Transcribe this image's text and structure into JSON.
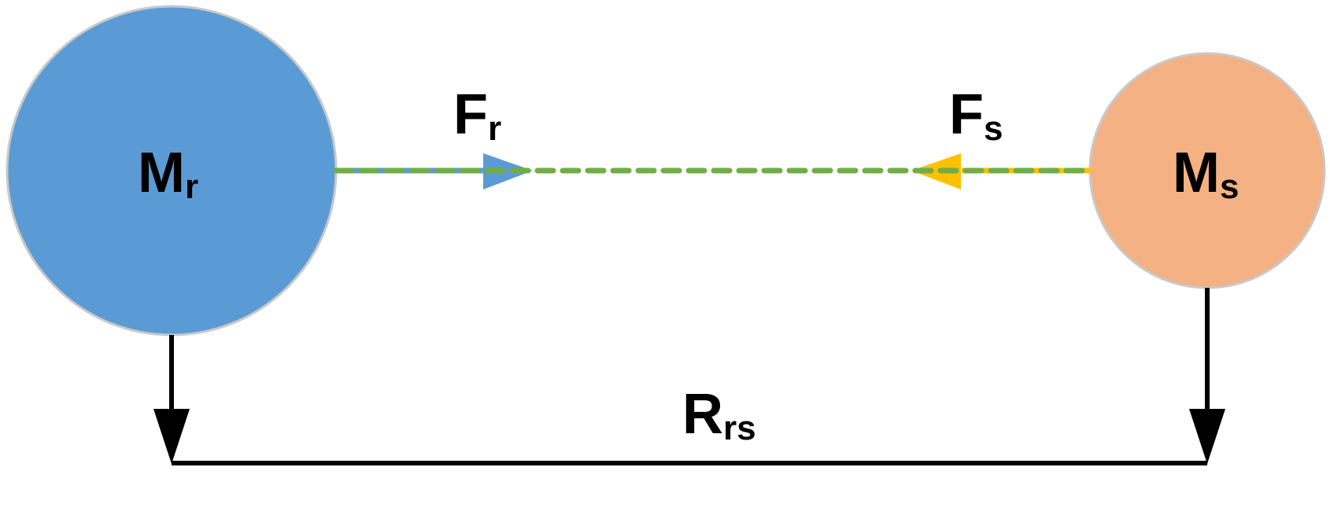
{
  "labels": {
    "mass_r": {
      "main": "M",
      "sub": "r"
    },
    "mass_s": {
      "main": "M",
      "sub": "s"
    },
    "force_r": {
      "main": "F",
      "sub": "r"
    },
    "force_s": {
      "main": "F",
      "sub": "s"
    },
    "distance": {
      "main": "R",
      "sub": "rs"
    }
  },
  "colors": {
    "mass_r_fill": "#5b9bd5",
    "mass_s_fill": "#f4b183",
    "force_r_arrow": "#5b9bd5",
    "force_s_arrow": "#ffc000",
    "line_of_action": "#70ad47",
    "distance_line": "#000000"
  }
}
